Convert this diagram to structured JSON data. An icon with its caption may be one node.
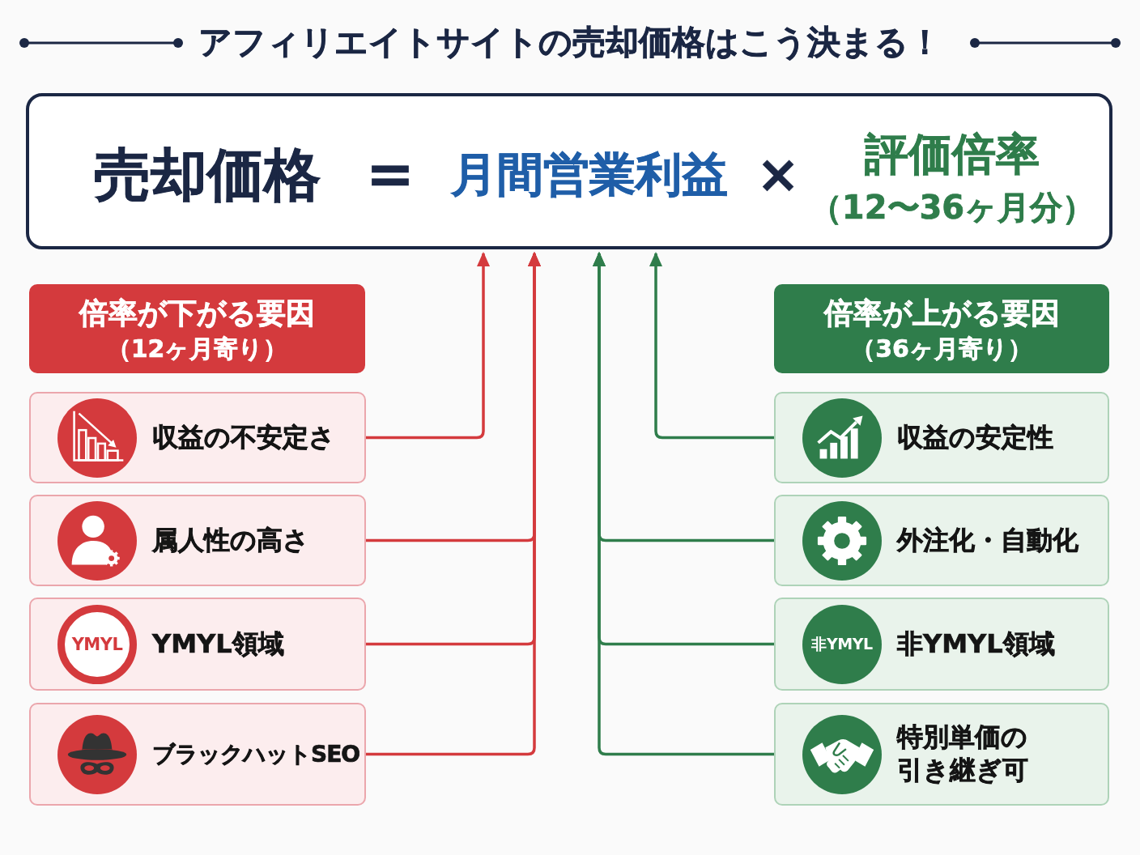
{
  "diagram": {
    "title": "アフィリエイトサイトの売却価格はこう決まる！",
    "nodes": [
      {
        "text": [
          "売却価格",
          "=",
          "月間営業利益",
          "×",
          "評価倍率",
          "（12〜36ヶ月分）"
        ]
      },
      {
        "text": [
          "倍率が下がる要因",
          "（12ヶ月寄り）"
        ]
      },
      {
        "text": [
          "倍率が上がる要因",
          "（36ヶ月寄り）"
        ]
      },
      {
        "text": [
          "収益の不安定さ"
        ]
      },
      {
        "text": [
          "属人性の高さ"
        ]
      },
      {
        "text": [
          "YMYL",
          "YMYL領域"
        ]
      },
      {
        "text": [
          "ブラックハットSEO"
        ]
      },
      {
        "text": [
          "収益の安定性"
        ]
      },
      {
        "text": [
          "外注化・自動化"
        ]
      },
      {
        "text": [
          "非YMYL",
          "非YMYL領域"
        ]
      },
      {
        "text": [
          "特別単価の引き継ぎ可"
        ]
      }
    ],
    "edges": [
      {
        "from": 3,
        "to": 0,
        "arrow": "to",
        "color": "#d43a3d"
      },
      {
        "from": 4,
        "to": 0,
        "arrow": "to",
        "color": "#d43a3d"
      },
      {
        "from": 5,
        "to": 0,
        "arrow": "to",
        "color": "#d43a3d"
      },
      {
        "from": 6,
        "to": 0,
        "arrow": "to",
        "color": "#d43a3d"
      },
      {
        "from": 7,
        "to": 0,
        "arrow": "to",
        "color": "#2f7d4b"
      },
      {
        "from": 8,
        "to": 0,
        "arrow": "to",
        "color": "#2f7d4b"
      },
      {
        "from": 9,
        "to": 0,
        "arrow": "to",
        "color": "#2f7d4b"
      },
      {
        "from": 10,
        "to": 0,
        "arrow": "to",
        "color": "#2f7d4b"
      }
    ]
  }
}
